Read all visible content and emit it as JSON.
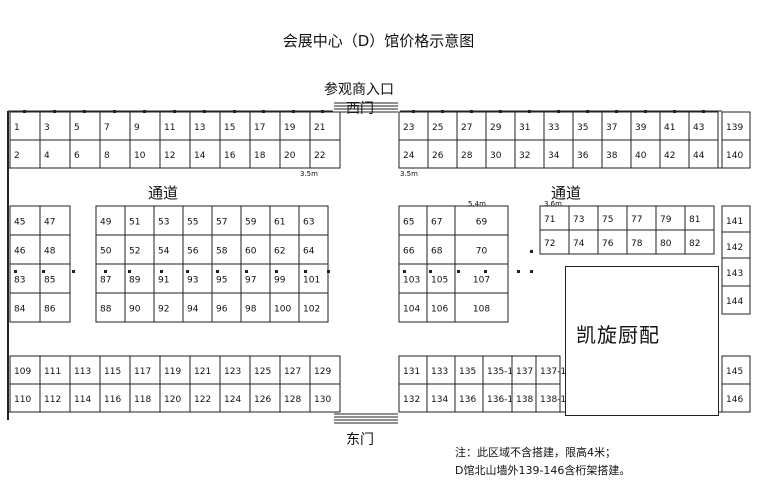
{
  "title": "会展中心（D）馆价格示意图",
  "entrance_label": "参观商入口",
  "west_gate": "西门",
  "east_gate": "东门",
  "aisle_label": "通道",
  "dimensions": {
    "w1": "3.5m",
    "w2": "3.5m",
    "w3": "5.4m",
    "w4": "3.6m"
  },
  "kitchen_label": "凯旋厨配",
  "notes": [
    "注：此区域不含搭建，限高4米；",
    "D馆北山墙外139-146含桁架搭建。"
  ],
  "booths": {
    "top_left_row1": [
      "1",
      "3",
      "5",
      "7",
      "9",
      "11",
      "13",
      "15",
      "17",
      "19",
      "21"
    ],
    "top_left_row2": [
      "2",
      "4",
      "6",
      "8",
      "10",
      "12",
      "14",
      "16",
      "18",
      "20",
      "22"
    ],
    "top_right_row1": [
      "23",
      "25",
      "27",
      "29",
      "31",
      "33",
      "35",
      "37",
      "39",
      "41",
      "43"
    ],
    "top_right_row2": [
      "24",
      "26",
      "28",
      "30",
      "32",
      "34",
      "36",
      "38",
      "40",
      "42",
      "44"
    ],
    "north_wall": [
      "139",
      "140"
    ],
    "left_block": [
      [
        "45",
        "47"
      ],
      [
        "46",
        "48"
      ],
      [
        "83",
        "85"
      ],
      [
        "84",
        "86"
      ]
    ],
    "center_block": [
      [
        "49",
        "51",
        "53",
        "55",
        "57",
        "59",
        "61",
        "63"
      ],
      [
        "50",
        "52",
        "54",
        "56",
        "58",
        "60",
        "62",
        "64"
      ],
      [
        "87",
        "89",
        "91",
        "93",
        "95",
        "97",
        "99",
        "101"
      ],
      [
        "88",
        "90",
        "92",
        "94",
        "96",
        "98",
        "100",
        "102"
      ]
    ],
    "mid_block_left": [
      [
        "65",
        "67"
      ],
      [
        "66",
        "68"
      ],
      [
        "103",
        "105"
      ],
      [
        "104",
        "106"
      ]
    ],
    "mid_block_big": [
      "69",
      "70",
      "107",
      "108"
    ],
    "right_block": [
      [
        "71",
        "73",
        "75",
        "77",
        "79",
        "81"
      ],
      [
        "72",
        "74",
        "76",
        "78",
        "80",
        "82"
      ]
    ],
    "east_column": [
      "141",
      "142",
      "143",
      "144",
      "145",
      "146"
    ],
    "bottom_left_row1": [
      "109",
      "111",
      "113",
      "115",
      "117",
      "119",
      "121",
      "123",
      "125",
      "127",
      "129"
    ],
    "bottom_left_row2": [
      "110",
      "112",
      "114",
      "116",
      "118",
      "120",
      "122",
      "124",
      "126",
      "128",
      "130"
    ],
    "bottom_right_row1": [
      "131",
      "133",
      "135",
      "135-1",
      "137",
      "137-1"
    ],
    "bottom_right_row2": [
      "132",
      "134",
      "136",
      "136-1",
      "138",
      "138-1"
    ]
  }
}
